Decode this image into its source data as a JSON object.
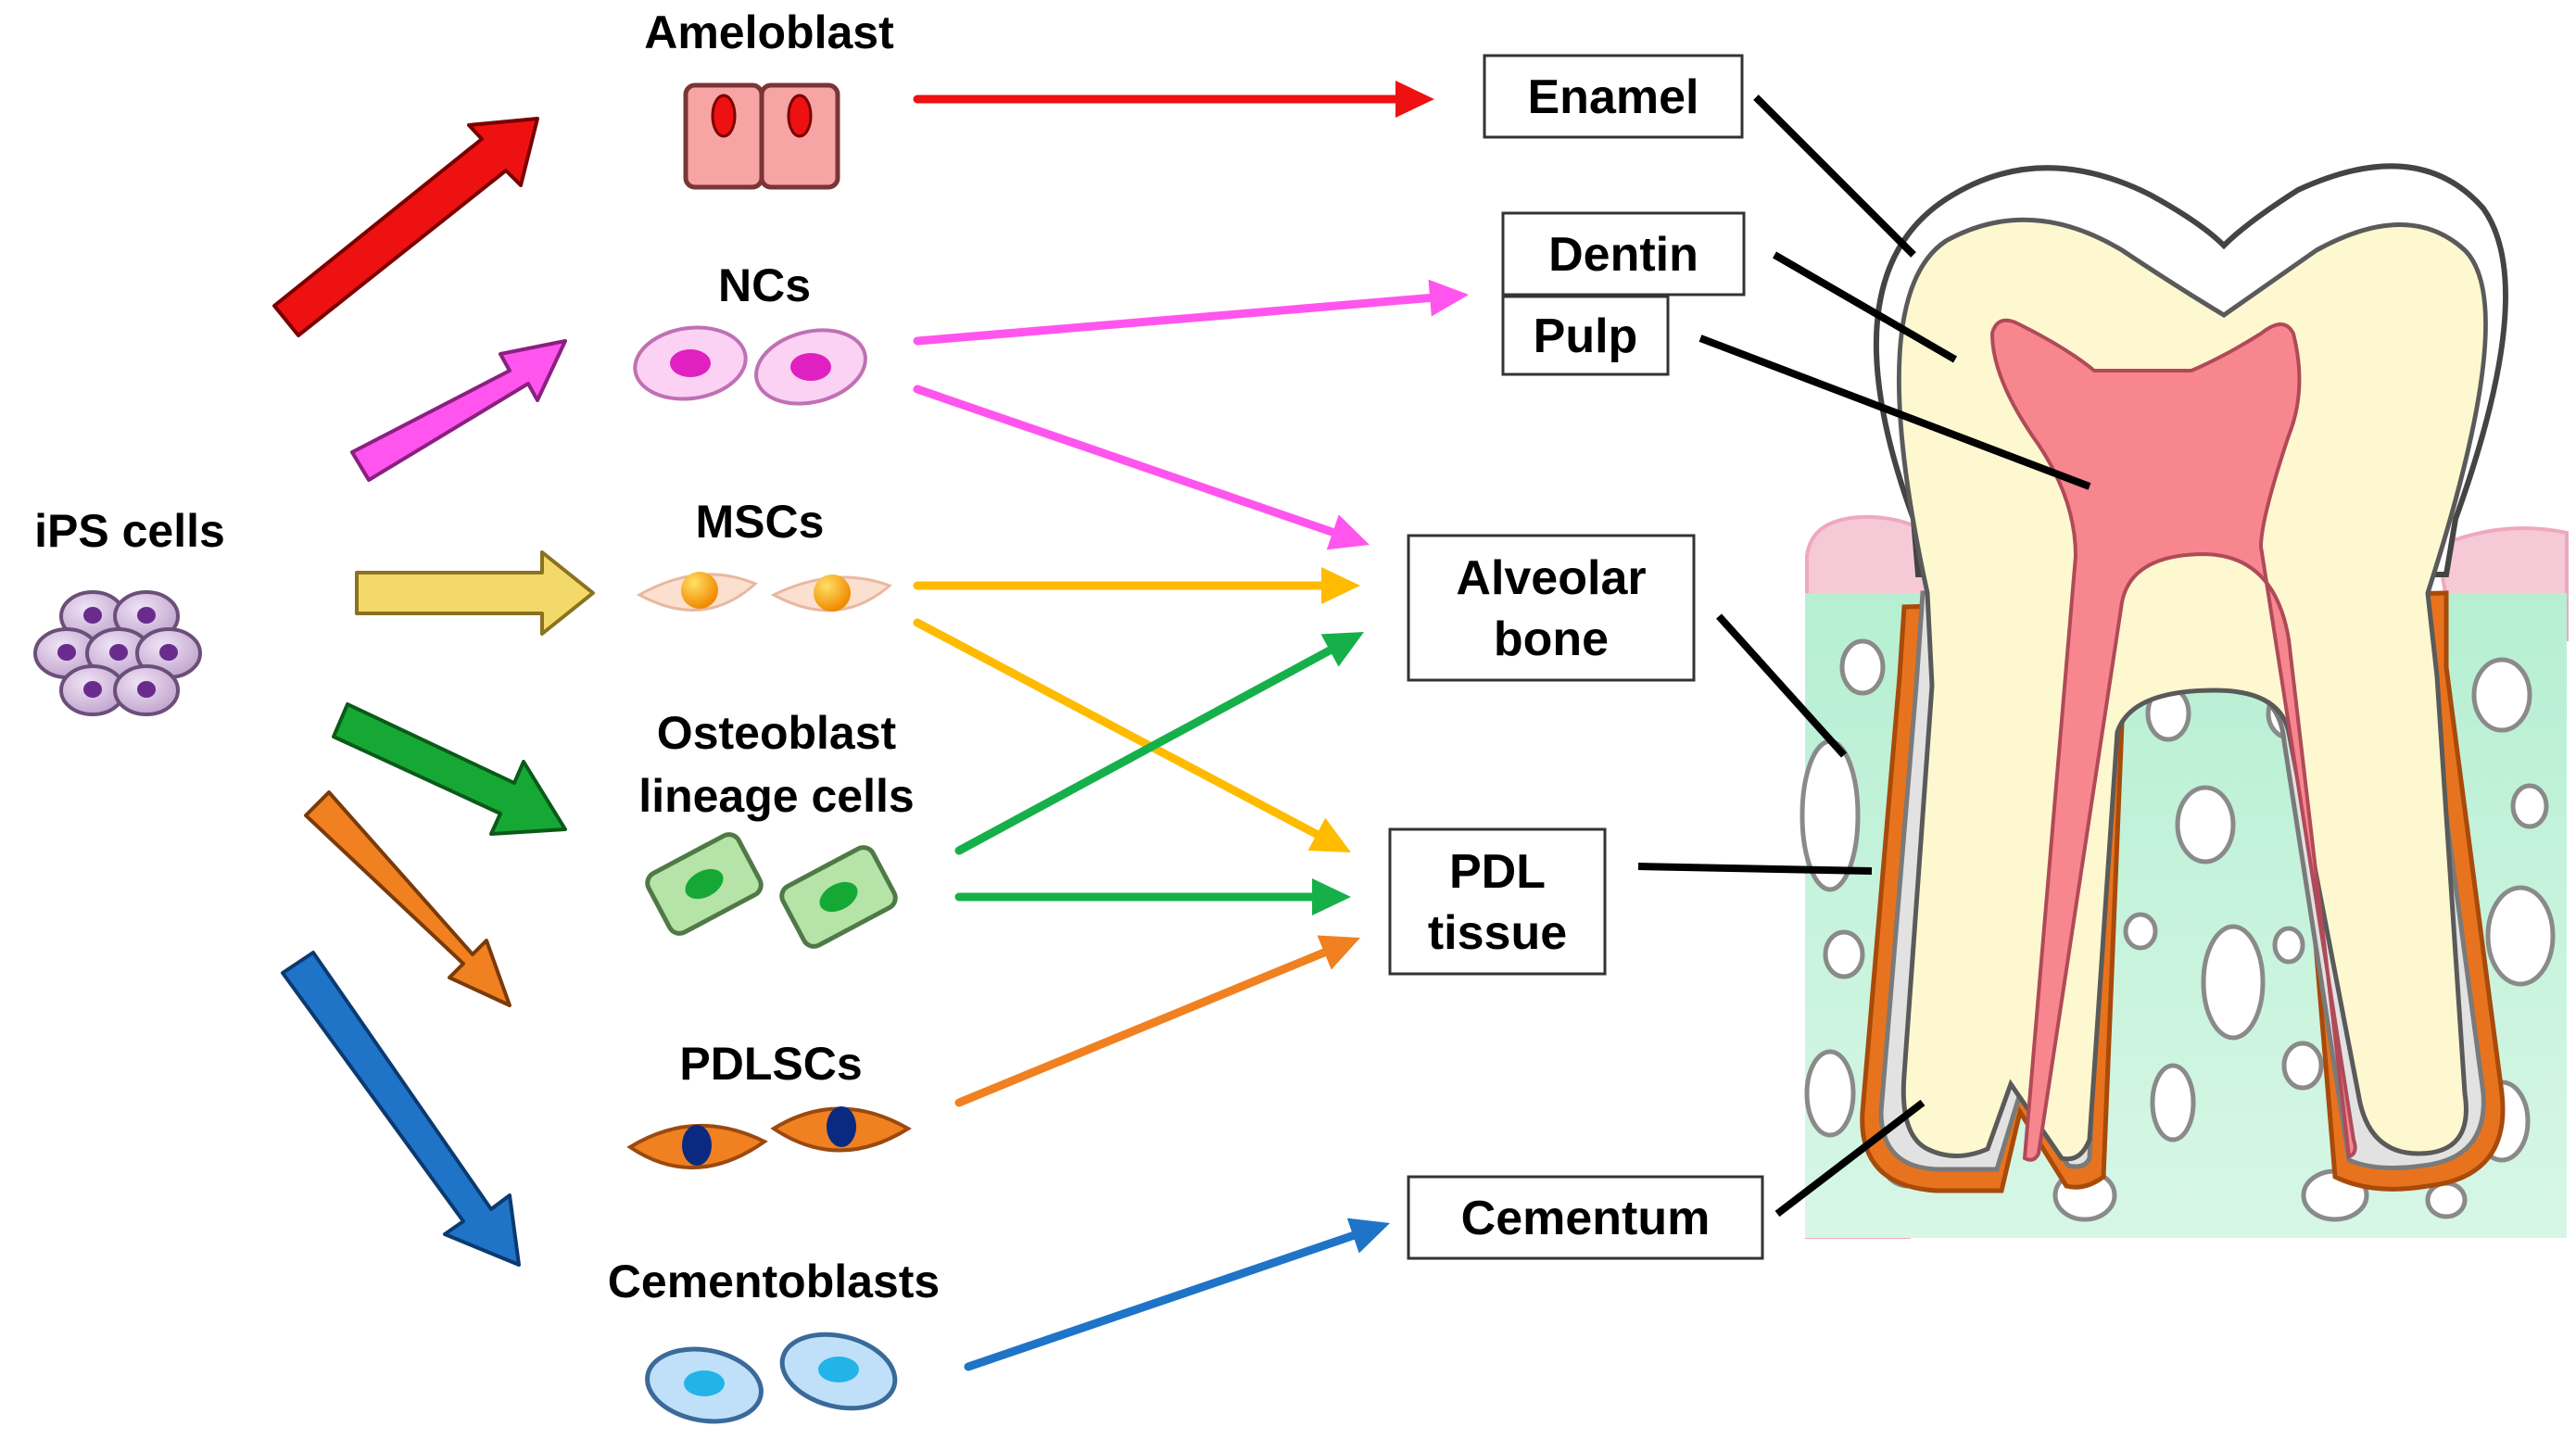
{
  "source": {
    "title": "iPS cells",
    "icon": "cell-cluster-icon"
  },
  "cell_types": [
    {
      "key": "ameloblast",
      "lines": [
        "Ameloblast"
      ],
      "icon": "ameloblast-cells-icon",
      "color": "#ee1111"
    },
    {
      "key": "ncs",
      "lines": [
        "NCs"
      ],
      "icon": "neural-crest-cells-icon",
      "color": "#ff55ee"
    },
    {
      "key": "mscs",
      "lines": [
        "MSCs"
      ],
      "icon": "mesenchymal-stem-cells-icon",
      "color": "#f3d86a"
    },
    {
      "key": "osteoblast",
      "lines": [
        "Osteoblast",
        "lineage cells"
      ],
      "icon": "osteoblast-cells-icon",
      "color": "#16a835"
    },
    {
      "key": "pdlscs",
      "lines": [
        "PDLSCs"
      ],
      "icon": "pdl-stem-cells-icon",
      "color": "#f08020"
    },
    {
      "key": "cementoblasts",
      "lines": [
        "Cementoblasts"
      ],
      "icon": "cementoblast-cells-icon",
      "color": "#1f74c8"
    }
  ],
  "tissues": [
    {
      "key": "enamel",
      "lines": [
        "Enamel"
      ]
    },
    {
      "key": "dentin",
      "lines": [
        "Dentin"
      ]
    },
    {
      "key": "pulp",
      "lines": [
        "Pulp"
      ]
    },
    {
      "key": "alveolar",
      "lines": [
        "Alveolar",
        "bone"
      ]
    },
    {
      "key": "pdl",
      "lines": [
        "PDL",
        "tissue"
      ]
    },
    {
      "key": "cementum",
      "lines": [
        "Cementum"
      ]
    }
  ],
  "links": [
    {
      "from": "ameloblast",
      "to": "enamel",
      "color": "#ee1111"
    },
    {
      "from": "ncs",
      "to": "dentin",
      "color": "#ff55ee"
    },
    {
      "from": "ncs",
      "to": "alveolar",
      "color": "#ff55ee"
    },
    {
      "from": "mscs",
      "to": "alveolar",
      "color": "#ffbb00"
    },
    {
      "from": "mscs",
      "to": "pdl",
      "color": "#ffbb00"
    },
    {
      "from": "osteoblast",
      "to": "alveolar",
      "color": "#16b04a"
    },
    {
      "from": "osteoblast",
      "to": "pdl",
      "color": "#16b04a"
    },
    {
      "from": "pdlscs",
      "to": "pdl",
      "color": "#f08020"
    },
    {
      "from": "cementoblasts",
      "to": "cementum",
      "color": "#1f74c8"
    }
  ],
  "illustration": {
    "icon": "tooth-cross-section-icon"
  }
}
